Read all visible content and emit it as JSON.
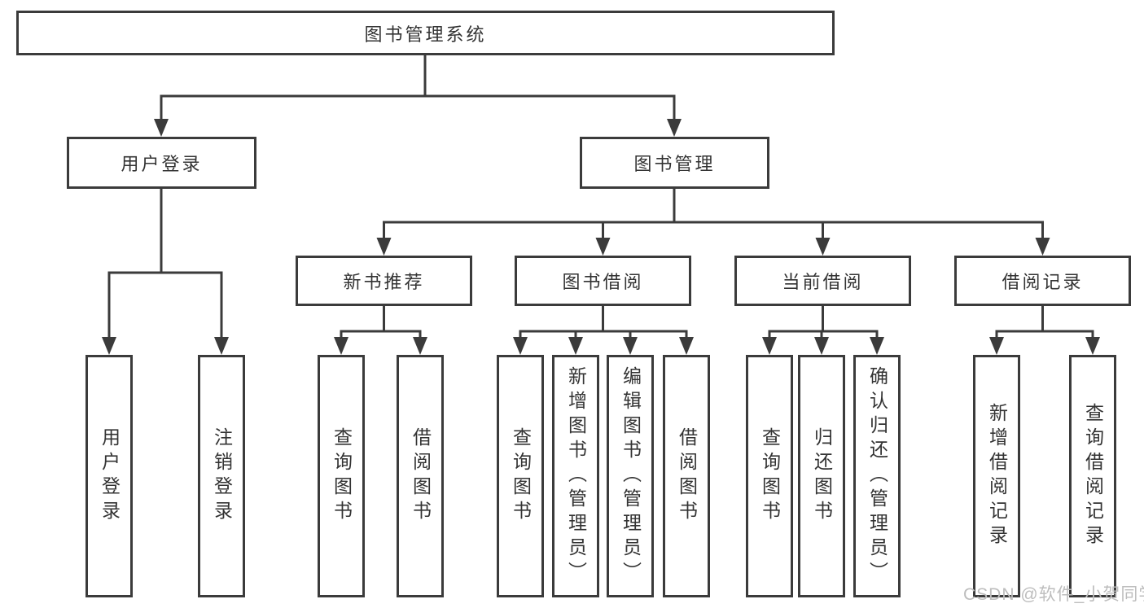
{
  "diagram": {
    "title": "图书管理系统",
    "level2": [
      "用户登录",
      "图书管理"
    ],
    "level3": [
      "新书推荐",
      "图书借阅",
      "当前借阅",
      "借阅记录"
    ],
    "leaves": {
      "login": [
        "用户登录",
        "注销登录"
      ],
      "recommend": [
        "查询图书",
        "借阅图书"
      ],
      "borrow": [
        "查询图书",
        "新增图书（管理员）",
        "编辑图书（管理员）",
        "借阅图书"
      ],
      "current": [
        "查询图书",
        "归还图书",
        "确认归还（管理员）"
      ],
      "records": [
        "新增借阅记录",
        "查询借阅记录"
      ]
    },
    "colors": {
      "line": "#3b3b3b",
      "text": "#333333",
      "watermark": "#bdbdbd"
    }
  },
  "watermark": {
    "text": "CSDN @软件_小贺同学"
  }
}
